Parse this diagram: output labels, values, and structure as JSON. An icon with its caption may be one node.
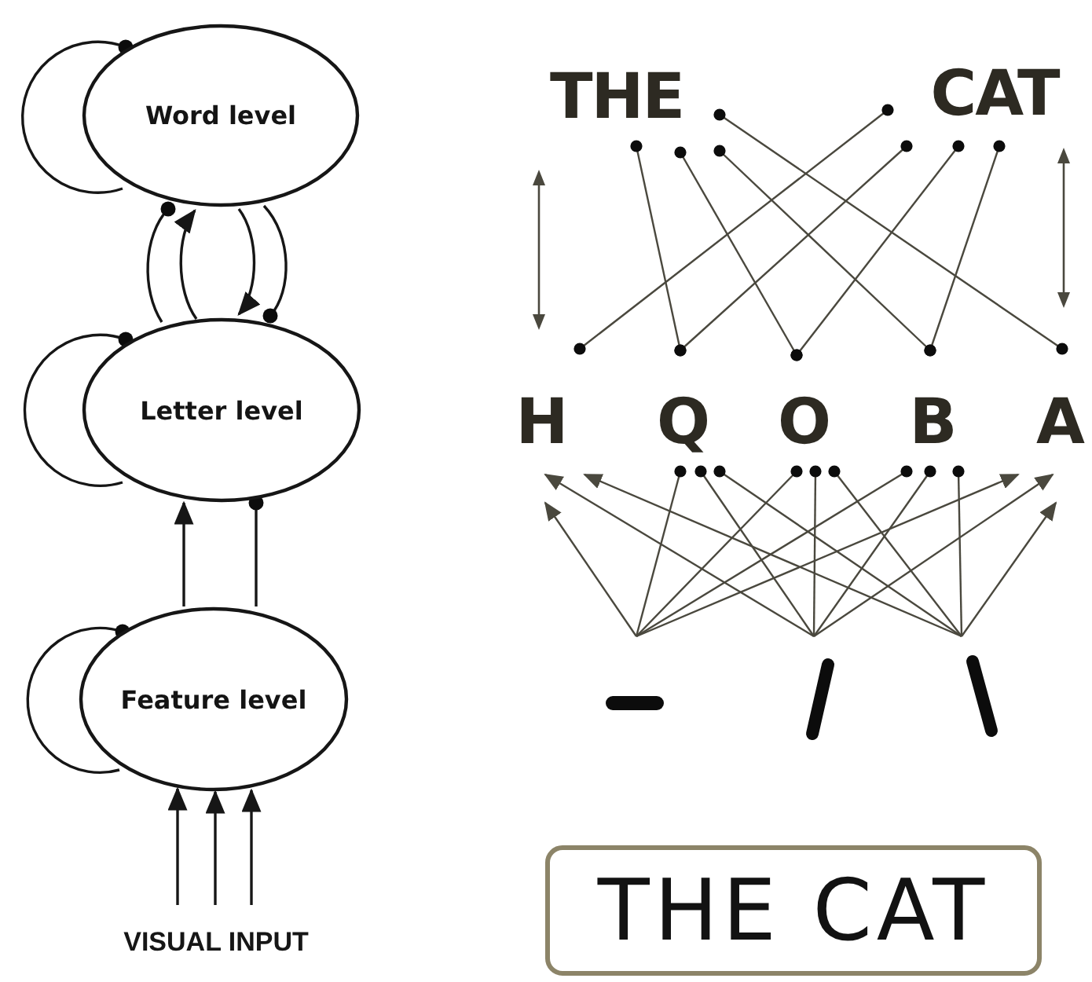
{
  "diagram": {
    "nodes": [
      {
        "text": [
          "Word level"
        ]
      },
      {
        "text": [
          "Letter level"
        ]
      },
      {
        "text": [
          "Feature level"
        ]
      },
      {
        "text": [
          "VISUAL INPUT"
        ]
      },
      {
        "text": [
          "THE"
        ]
      },
      {
        "text": [
          "CAT"
        ]
      },
      {
        "text": [
          "H"
        ]
      },
      {
        "text": [
          "Q"
        ]
      },
      {
        "text": [
          "O"
        ]
      },
      {
        "text": [
          "B"
        ]
      },
      {
        "text": [
          "A"
        ]
      },
      {
        "text": [],
        "shape": "bar"
      },
      {
        "text": [],
        "shape": "bar"
      },
      {
        "text": [],
        "shape": "bar"
      },
      {
        "text": [
          "THE CAT"
        ]
      }
    ],
    "edges": [
      {
        "from": 0,
        "to": 0,
        "arrow": "other"
      },
      {
        "from": 1,
        "to": 1,
        "arrow": "other"
      },
      {
        "from": 2,
        "to": 2,
        "arrow": "other"
      },
      {
        "from": 1,
        "to": 0,
        "arrow": "other"
      },
      {
        "from": 1,
        "to": 0,
        "arrow": "to"
      },
      {
        "from": 0,
        "to": 1,
        "arrow": "to"
      },
      {
        "from": 0,
        "to": 1,
        "arrow": "other"
      },
      {
        "from": 2,
        "to": 1,
        "arrow": "to"
      },
      {
        "from": 2,
        "to": 1,
        "arrow": "other"
      },
      {
        "from": 3,
        "to": 2,
        "arrow": "to"
      },
      {
        "from": 3,
        "to": 2,
        "arrow": "to"
      },
      {
        "from": 3,
        "to": 2,
        "arrow": "to"
      },
      {
        "from": 4,
        "to": 10,
        "arrow": "other"
      },
      {
        "from": 4,
        "to": 7,
        "arrow": "other"
      },
      {
        "from": 4,
        "to": 8,
        "arrow": "other"
      },
      {
        "from": 4,
        "to": 9,
        "arrow": "other"
      },
      {
        "from": 5,
        "to": 6,
        "arrow": "other"
      },
      {
        "from": 5,
        "to": 7,
        "arrow": "other"
      },
      {
        "from": 5,
        "to": 8,
        "arrow": "other"
      },
      {
        "from": 5,
        "to": 9,
        "arrow": "other"
      },
      {
        "from": 11,
        "to": 6,
        "arrow": "to"
      },
      {
        "from": 11,
        "to": 7,
        "arrow": "other"
      },
      {
        "from": 11,
        "to": 8,
        "arrow": "other"
      },
      {
        "from": 11,
        "to": 9,
        "arrow": "other"
      },
      {
        "from": 11,
        "to": 10,
        "arrow": "to"
      },
      {
        "from": 12,
        "to": 6,
        "arrow": "to"
      },
      {
        "from": 12,
        "to": 7,
        "arrow": "other"
      },
      {
        "from": 12,
        "to": 8,
        "arrow": "other"
      },
      {
        "from": 12,
        "to": 9,
        "arrow": "other"
      },
      {
        "from": 12,
        "to": 10,
        "arrow": "to"
      },
      {
        "from": 13,
        "to": 6,
        "arrow": "to"
      },
      {
        "from": 13,
        "to": 7,
        "arrow": "other"
      },
      {
        "from": 13,
        "to": 8,
        "arrow": "other"
      },
      {
        "from": 13,
        "to": 9,
        "arrow": "other"
      },
      {
        "from": 13,
        "to": 10,
        "arrow": "to"
      }
    ]
  }
}
